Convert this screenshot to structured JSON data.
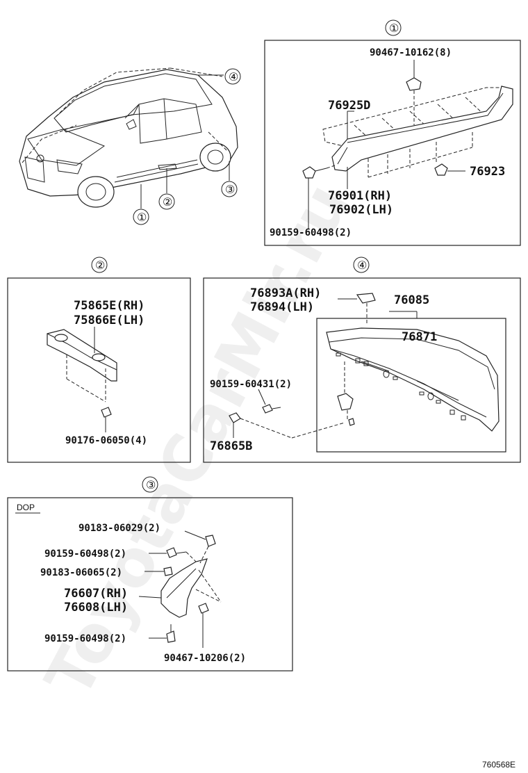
{
  "watermark": "ToyotaCarMir.ru",
  "diagram_ref": "760568E",
  "callouts": [
    "①",
    "②",
    "③",
    "④"
  ],
  "section1": {
    "labels": {
      "bolt_top": "90467-10162(8)",
      "garnish": "76925D",
      "clip": "76923",
      "side_rh": "76901(RH)",
      "side_lh": "76902(LH)",
      "screw": "90159-60498(2)"
    }
  },
  "section2": {
    "labels": {
      "bracket_rh": "75865E(RH)",
      "bracket_lh": "75866E(LH)",
      "nut": "90176-06050(4)"
    }
  },
  "section3": {
    "tag": "DOP",
    "labels": {
      "clip_top": "90183-06029(2)",
      "screw_a": "90159-60498(2)",
      "clip_mid": "90183-06065(2)",
      "flap_rh": "76607(RH)",
      "flap_lh": "76608(LH)",
      "screw_b": "90159-60498(2)",
      "bolt": "90467-10206(2)"
    }
  },
  "section4": {
    "labels": {
      "cap_rh": "76893A(RH)",
      "cap_lh": "76894(LH)",
      "assy": "76085",
      "spoiler": "76871",
      "screw": "90159-60431(2)",
      "clip": "76865B"
    }
  }
}
